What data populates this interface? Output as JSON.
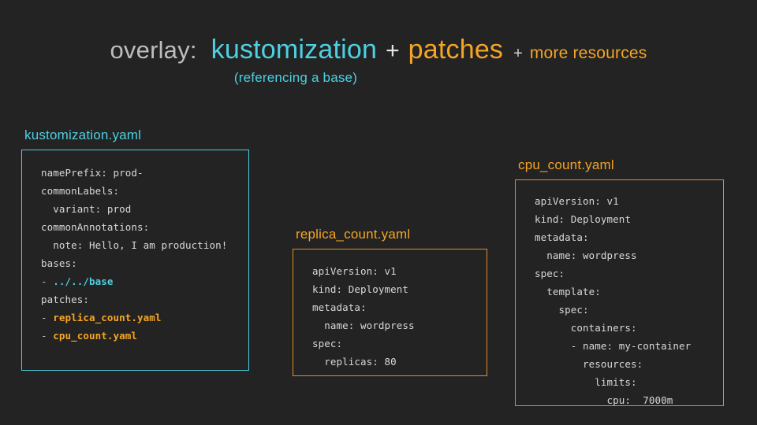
{
  "slide": {
    "background_color": "#232323",
    "heading": {
      "overlay_label": "overlay:",
      "term_primary": "kustomization",
      "plus_1": "+",
      "term_secondary": "patches",
      "plus_2": "+",
      "tail_label": "more resources",
      "subtitle": "(referencing a base)"
    },
    "colors": {
      "cyan": "#4dd0e1",
      "orange": "#f5a524",
      "gray": "#bdbdbd",
      "code_text": "#d8d8d8",
      "background": "#232323"
    }
  },
  "cards": [
    {
      "id": "kustomization",
      "title": "kustomization.yaml",
      "accent": "#4dd0e1",
      "lines": [
        {
          "text": "namePrefix: prod-"
        },
        {
          "text": "commonLabels:"
        },
        {
          "text": "  variant: prod"
        },
        {
          "text": "commonAnnotations:"
        },
        {
          "text": "  note: Hello, I am production!"
        },
        {
          "text": "bases:"
        },
        {
          "text": "- ../../base",
          "highlight": "cyan"
        },
        {
          "text": "patches:"
        },
        {
          "text": "- replica_count.yaml",
          "highlight": "orange"
        },
        {
          "text": "- cpu_count.yaml",
          "highlight": "orange"
        }
      ]
    },
    {
      "id": "replica_count",
      "title": "replica_count.yaml",
      "accent": "#f5a524",
      "lines": [
        {
          "text": "apiVersion: v1"
        },
        {
          "text": "kind: Deployment"
        },
        {
          "text": "metadata:"
        },
        {
          "text": "  name: wordpress"
        },
        {
          "text": "spec:"
        },
        {
          "text": "  replicas: 80"
        }
      ]
    },
    {
      "id": "cpu_count",
      "title": "cpu_count.yaml",
      "accent": "#f5a524",
      "lines": [
        {
          "text": "apiVersion: v1"
        },
        {
          "text": "kind: Deployment"
        },
        {
          "text": "metadata:"
        },
        {
          "text": "  name: wordpress"
        },
        {
          "text": "spec:"
        },
        {
          "text": "  template:"
        },
        {
          "text": "    spec:"
        },
        {
          "text": "      containers:"
        },
        {
          "text": "      - name: my-container"
        },
        {
          "text": "        resources:"
        },
        {
          "text": "          limits:"
        },
        {
          "text": "            cpu:  7000m"
        }
      ]
    }
  ]
}
